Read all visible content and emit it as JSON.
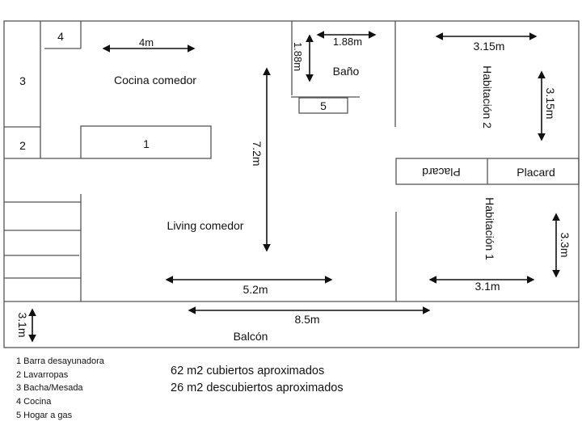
{
  "rooms": {
    "cocina": "Cocina comedor",
    "bano": "Baño",
    "hab2": "Habitación 2",
    "hab1": "Habitación 1",
    "placard_left": "Placard",
    "placard_right": "Placard",
    "living": "Living comedor",
    "balcon": "Balcón"
  },
  "fixtures": {
    "f1": "1",
    "f2": "2",
    "f3": "3",
    "f4": "4",
    "f5": "5"
  },
  "dimensions": {
    "cocina_w": "4m",
    "living_h": "7.2m",
    "bano_w": "1.88m",
    "bano_h": "1.88m",
    "hab2_w": "3.15m",
    "hab2_h": "3.15m",
    "hab1_h": "3.3m",
    "hab1_w": "3.1m",
    "living_w": "5.2m",
    "balcon_w": "8.5m",
    "balcon_h": "3.1m"
  },
  "legend": [
    "1 Barra desayunadora",
    "2 Lavarropas",
    "3 Bacha/Mesada",
    "4 Cocina",
    "5 Hogar a gas"
  ],
  "summary": {
    "covered": "62 m2 cubiertos aproximados",
    "uncovered": "26 m2 descubiertos aproximados"
  }
}
